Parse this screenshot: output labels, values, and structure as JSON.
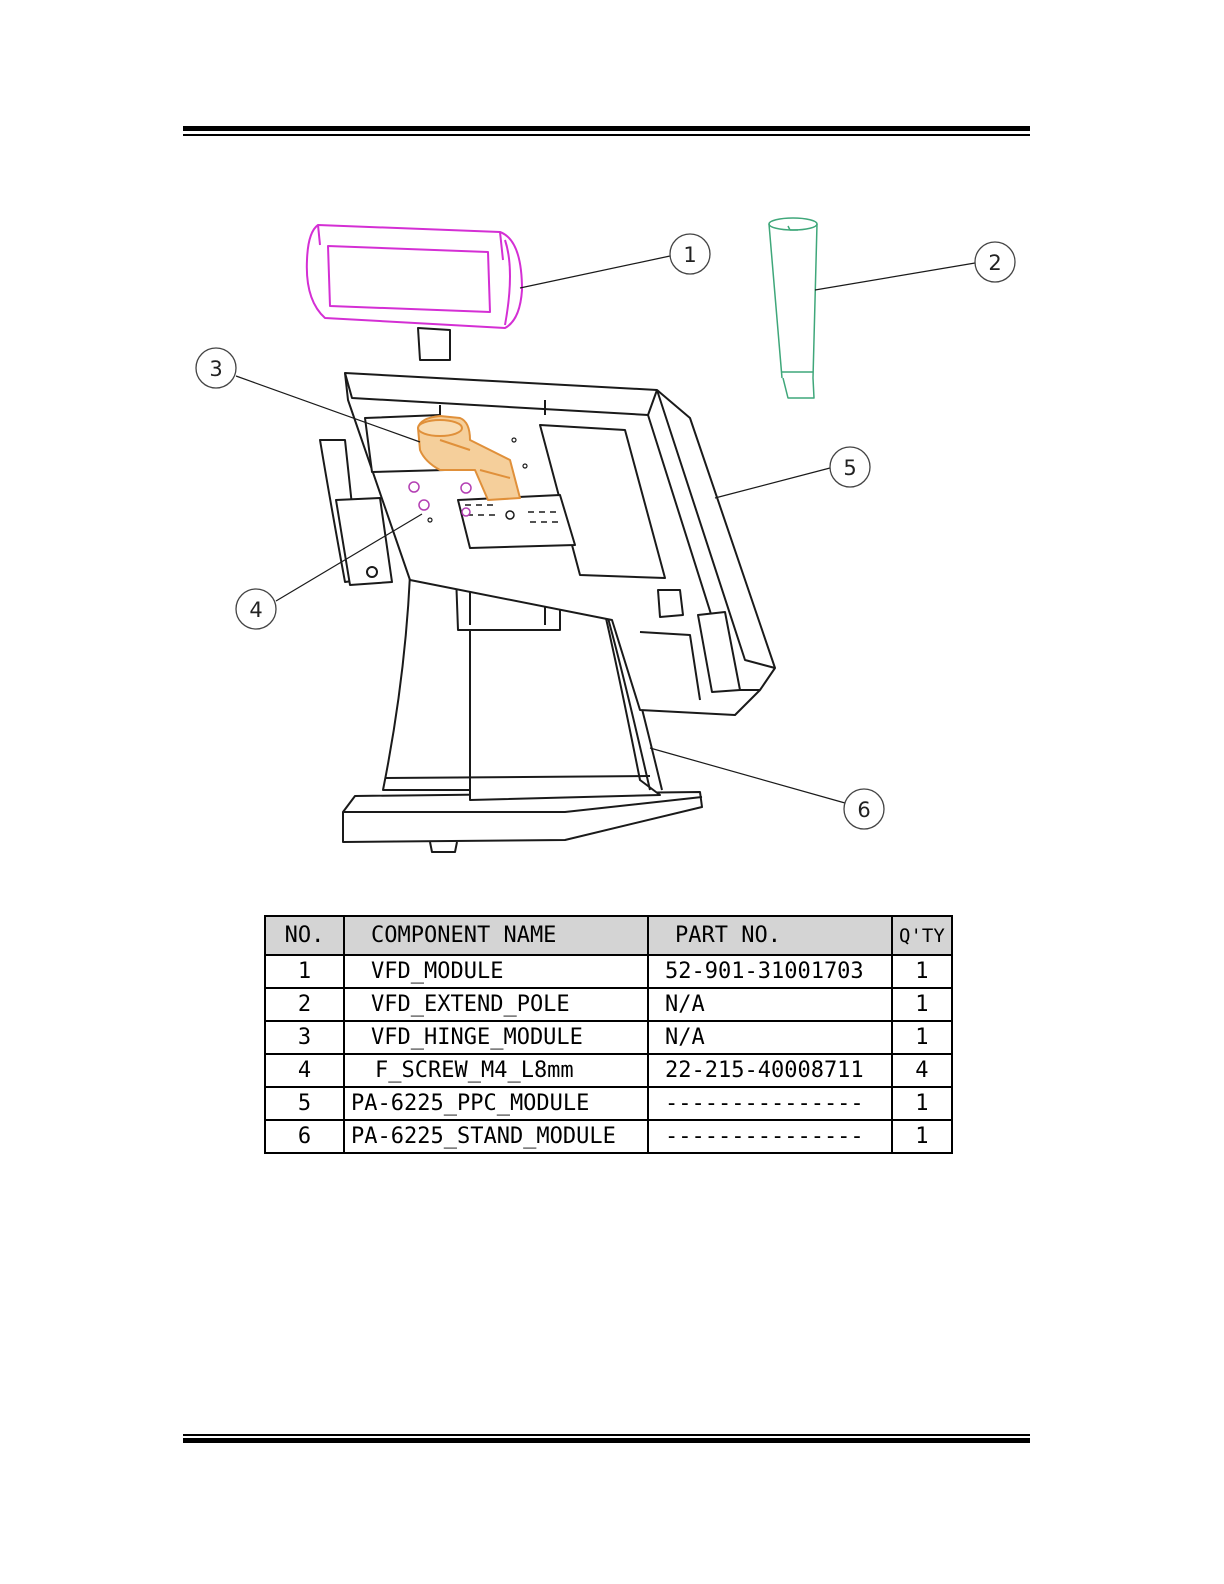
{
  "colors": {
    "vfd_module": "#d42fd4",
    "vfd_pole": "#3fa77a",
    "hinge_module": "#f0a040",
    "screw": "#b33fb3",
    "line": "#1a1a1a"
  },
  "callouts": [
    "1",
    "2",
    "3",
    "4",
    "5",
    "6"
  ],
  "bom": {
    "headers": {
      "no": "NO.",
      "name": "COMPONENT NAME",
      "part": "PART NO.",
      "qty": "Q'TY"
    },
    "rows": [
      {
        "no": "1",
        "name": "VFD_MODULE",
        "part": "52-901-31001703",
        "qty": "1"
      },
      {
        "no": "2",
        "name": "VFD_EXTEND_POLE",
        "part": "N/A",
        "qty": "1"
      },
      {
        "no": "3",
        "name": "VFD_HINGE_MODULE",
        "part": "N/A",
        "qty": "1"
      },
      {
        "no": "4",
        "name": "F_SCREW_M4_L8mm",
        "part": "22-215-40008711",
        "qty": "4"
      },
      {
        "no": "5",
        "name": "PA-6225_PPC_MODULE",
        "part": "---------------",
        "qty": "1"
      },
      {
        "no": "6",
        "name": "PA-6225_STAND_MODULE",
        "part": "---------------",
        "qty": "1"
      }
    ]
  }
}
